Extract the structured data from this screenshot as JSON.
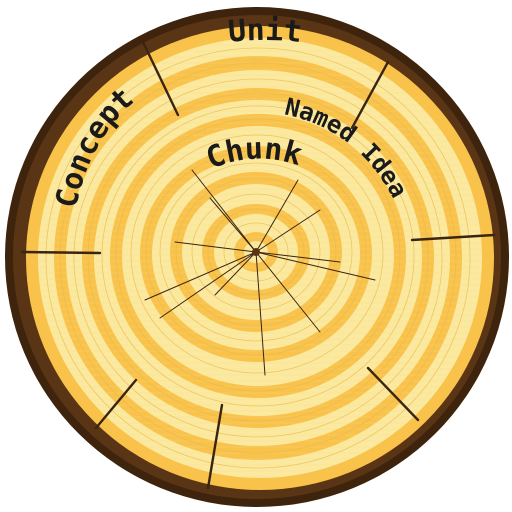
{
  "labels": {
    "unit": "Unit",
    "concept": "Concept",
    "named_idea": "Named Idea",
    "chunk": "Chunk"
  },
  "colors": {
    "bark": "#5a3515",
    "bark_edge": "#3e230d",
    "ring_light": "#fbe9a0",
    "ring_dark": "#f9c24a",
    "crack": "#3a2412",
    "text": "#1a1a1a"
  }
}
